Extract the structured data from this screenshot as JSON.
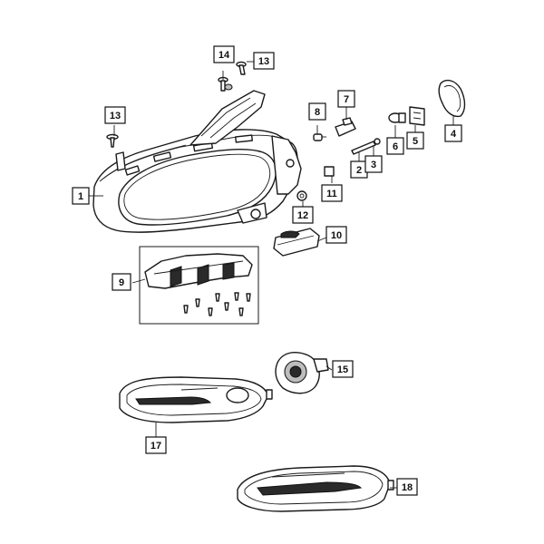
{
  "callouts": [
    {
      "id": "c1",
      "label": "1"
    },
    {
      "id": "c2",
      "label": "2"
    },
    {
      "id": "c3",
      "label": "3"
    },
    {
      "id": "c4",
      "label": "4"
    },
    {
      "id": "c5",
      "label": "5"
    },
    {
      "id": "c6",
      "label": "6"
    },
    {
      "id": "c7",
      "label": "7"
    },
    {
      "id": "c8",
      "label": "8"
    },
    {
      "id": "c9",
      "label": "9"
    },
    {
      "id": "c10",
      "label": "10"
    },
    {
      "id": "c11",
      "label": "11"
    },
    {
      "id": "c12",
      "label": "12"
    },
    {
      "id": "c13a",
      "label": "13"
    },
    {
      "id": "c13b",
      "label": "13"
    },
    {
      "id": "c14",
      "label": "14"
    },
    {
      "id": "c15",
      "label": "15"
    },
    {
      "id": "c17",
      "label": "17"
    },
    {
      "id": "c18",
      "label": "18"
    }
  ]
}
